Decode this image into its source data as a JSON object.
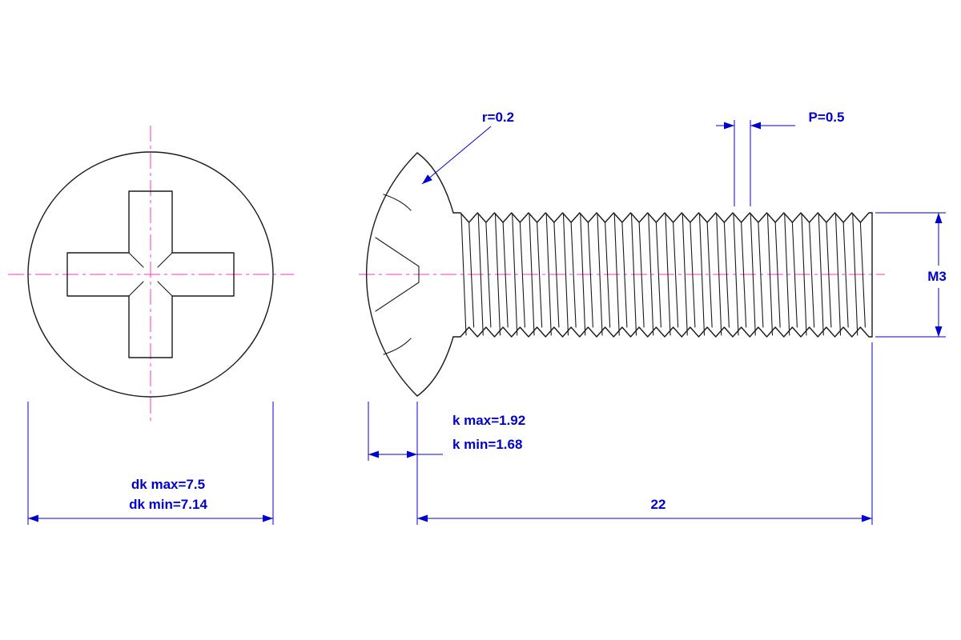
{
  "drawing": {
    "type": "technical-drawing",
    "subject": "M3 truss head phillips screw",
    "labels": {
      "r": "r=0.2",
      "p": "P=0.5",
      "m": "M3",
      "k_max": "k max=1.92",
      "k_min": "k min=1.68",
      "length": "22",
      "dk_max": "dk max=7.5",
      "dk_min": "dk min=7.14"
    },
    "colors": {
      "outline": "#1a1a1a",
      "dimension": "#0000cd",
      "centerline": "#ff33cc",
      "background": "#ffffff"
    }
  }
}
